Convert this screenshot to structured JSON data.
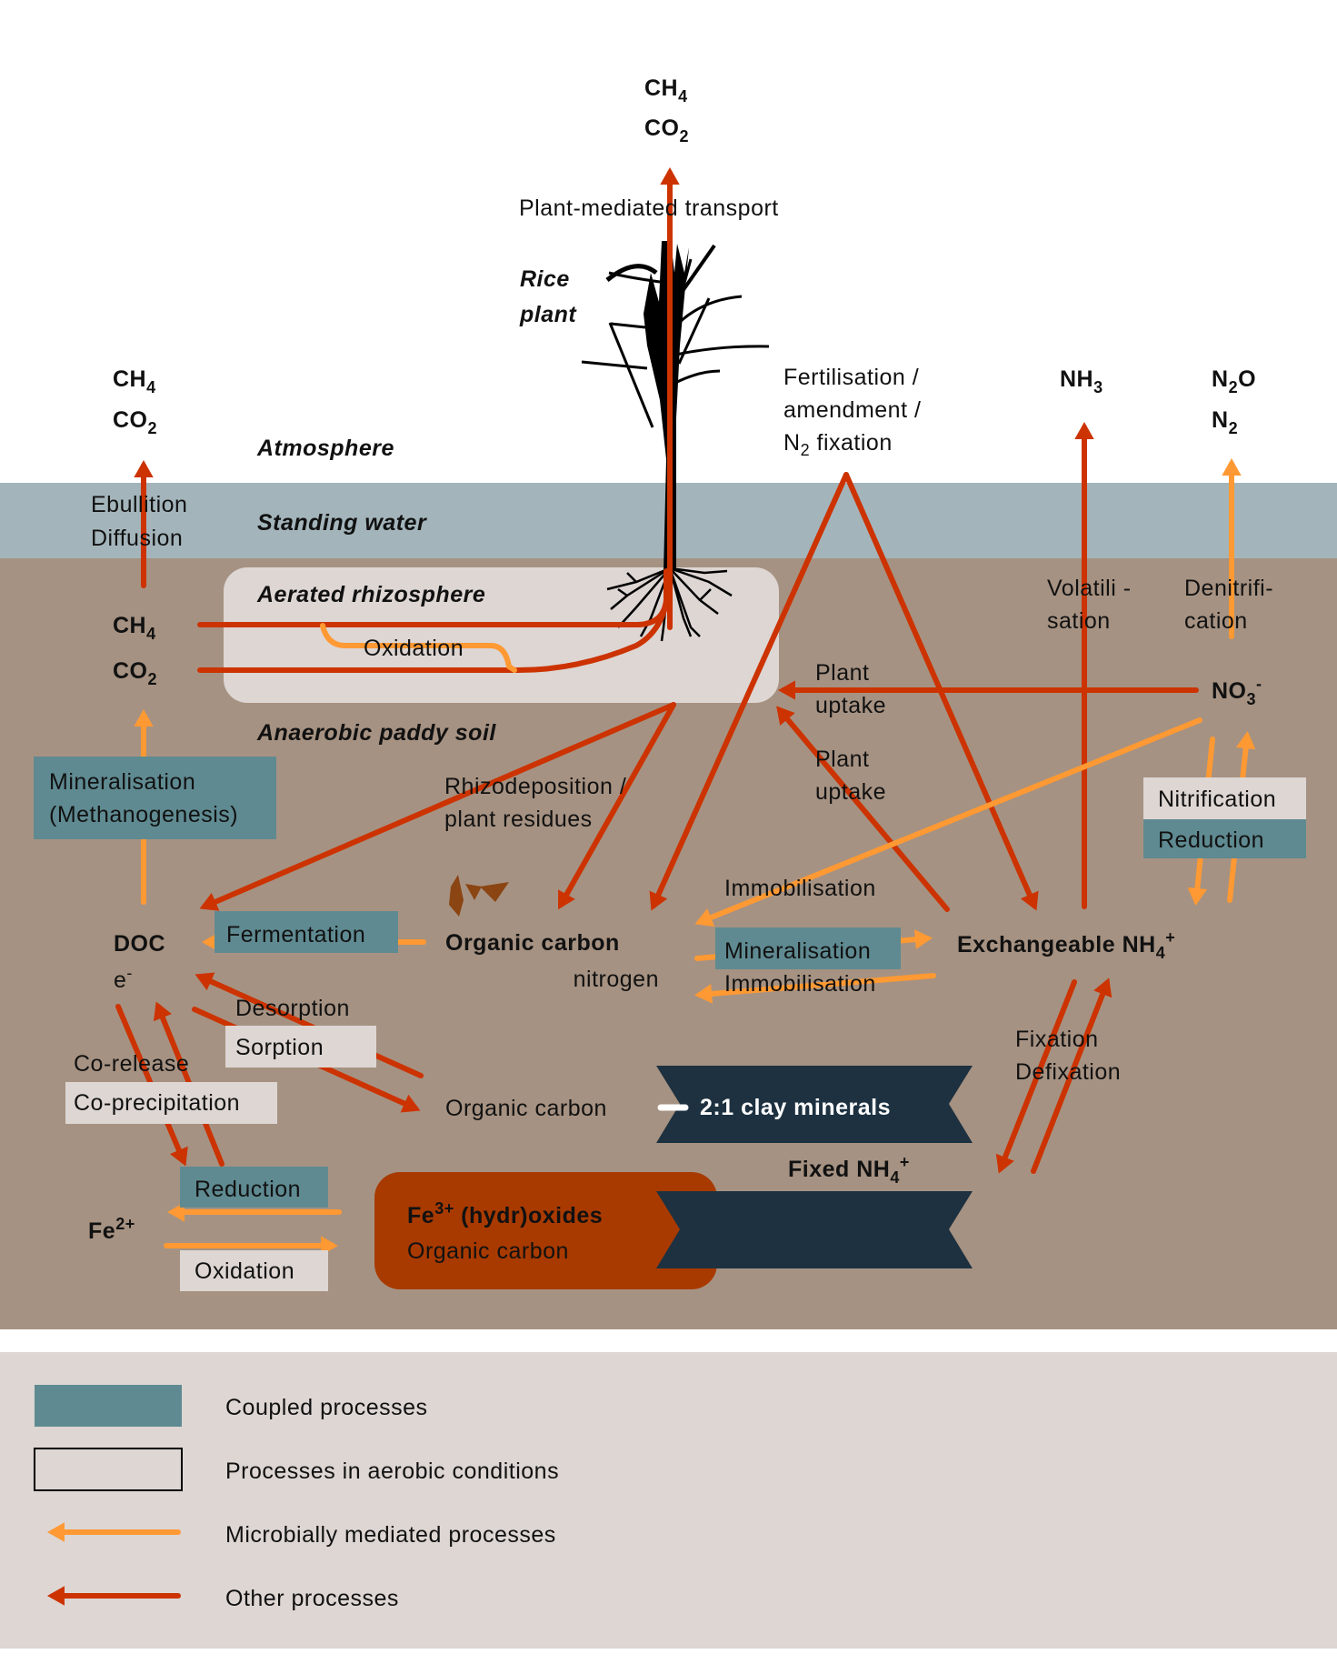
{
  "colors": {
    "atmosphere": "#ffffff",
    "standing_water": "#a3b5bb",
    "soil": "#a69282",
    "rhizosphere": "#ddd6d3",
    "coupled_box": "#5f8a91",
    "aerobic_box": "#ddd6d3",
    "microbial_arrow": "#ff9933",
    "other_arrow": "#cc3300",
    "clay": "#1d3140",
    "fe_oxides": "#a83a00",
    "legend_bg": "#ddd6d3",
    "plant": "#000000",
    "residue": "#8b4513"
  },
  "layers": {
    "atmosphere": "Atmosphere",
    "standing_water": "Standing water",
    "rhizosphere": "Aerated rhizosphere",
    "anaerobic": "Anaerobic paddy soil",
    "rice_plant_1": "Rice",
    "rice_plant_2": "plant"
  },
  "gases": {
    "top_ch4": "CH",
    "top_ch4_sub": "4",
    "top_co2": "CO",
    "top_co2_sub": "2",
    "left_ch4": "CH",
    "left_ch4_sub": "4",
    "left_co2": "CO",
    "left_co2_sub": "2",
    "nh3": "NH",
    "nh3_sub": "3",
    "n2o": "N",
    "n2o_sub": "2",
    "n2o_tail": "O",
    "n2": "N",
    "n2_sub": "2"
  },
  "pools": {
    "soil_ch4": "CH",
    "soil_ch4_sub": "4",
    "soil_co2": "CO",
    "soil_co2_sub": "2",
    "doc": "DOC",
    "electron": "e",
    "electron_sup": "-",
    "organic_carbon": "Organic carbon",
    "nitrogen": "nitrogen",
    "exch_nh4": "Exchangeable NH",
    "exch_nh4_sub": "4",
    "exch_nh4_sup": "+",
    "no3": "NO",
    "no3_sub": "3",
    "no3_sup": "-",
    "fe2": "Fe",
    "fe2_sup": "2+",
    "sorbed_oc": "Organic carbon",
    "clay": "2:1 clay minerals",
    "fixed_nh4": "Fixed NH",
    "fixed_nh4_sub": "4",
    "fixed_nh4_sup": "+",
    "fe3": "Fe",
    "fe3_sup": "3+",
    "fe3_tail": " (hydr)oxides",
    "fe3_oc": "Organic carbon"
  },
  "processes": {
    "plant_transport": "Plant-mediated transport",
    "ebullition": "Ebullition",
    "diffusion": "Diffusion",
    "oxidation_rhizo": "Oxidation",
    "fertilisation_1": "Fertilisation /",
    "fertilisation_2": "amendment /",
    "fertilisation_3_a": "N",
    "fertilisation_3_sub": "2",
    "fertilisation_3_b": " fixation",
    "volatilisation_1": "Volatili -",
    "volatilisation_2": "sation",
    "denitrification_1": "Denitrifi-",
    "denitrification_2": "cation",
    "plant_uptake_1a": "Plant",
    "plant_uptake_1b": "uptake",
    "plant_uptake_2a": "Plant",
    "plant_uptake_2b": "uptake",
    "mineralisation_methanogenesis_1": "Mineralisation",
    "mineralisation_methanogenesis_2": "(Methanogenesis)",
    "rhizodeposition_1": "Rhizodeposition /",
    "rhizodeposition_2": "plant residues",
    "nitrification": "Nitrification",
    "reduction_n": "Reduction",
    "immobilisation_top": "Immobilisation",
    "fermentation": "Fermentation",
    "mineralisation": "Mineralisation",
    "immobilisation_bottom": "Immobilisation",
    "desorption": "Desorption",
    "sorption": "Sorption",
    "co_release": "Co-release",
    "co_precipitation": "Co-precipitation",
    "fixation": "Fixation",
    "defixation": "Defixation",
    "reduction_fe": "Reduction",
    "oxidation_fe": "Oxidation"
  },
  "legend": {
    "items": [
      {
        "label": "Coupled processes",
        "swatch": "coupled-box"
      },
      {
        "label": "Processes in aerobic conditions",
        "swatch": "aerobic-box"
      },
      {
        "label": "Microbially mediated processes",
        "swatch": "microbial-arrow"
      },
      {
        "label": "Other processes",
        "swatch": "other-arrow"
      }
    ]
  }
}
